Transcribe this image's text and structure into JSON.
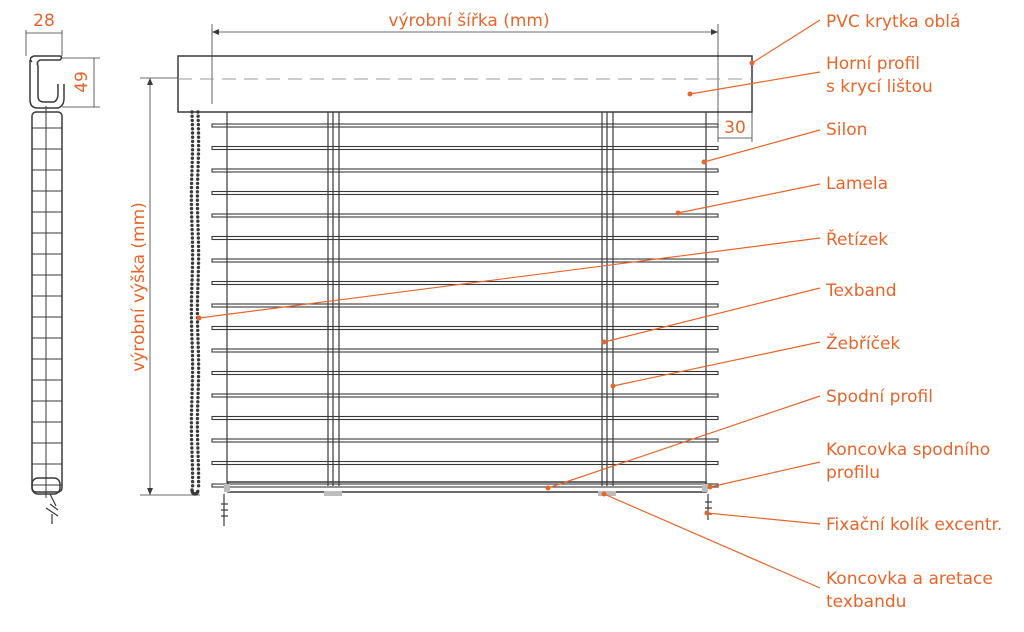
{
  "dimensions": {
    "side_width": "28",
    "side_height": "49",
    "overhang": "30",
    "width_label": "výrobní šířka (mm)",
    "height_label": "výrobní výška (mm)"
  },
  "callouts": [
    {
      "id": "pvc-cap",
      "lines": [
        "PVC krytka oblá"
      ]
    },
    {
      "id": "top-profile",
      "lines": [
        "Horní profil",
        "s krycí lištou"
      ]
    },
    {
      "id": "cord",
      "lines": [
        "Silon"
      ]
    },
    {
      "id": "slat",
      "lines": [
        "Lamela"
      ]
    },
    {
      "id": "chain",
      "lines": [
        "Řetízek"
      ]
    },
    {
      "id": "texband",
      "lines": [
        "Texband"
      ]
    },
    {
      "id": "ladder",
      "lines": [
        "Žebříček"
      ]
    },
    {
      "id": "bottom-profile",
      "lines": [
        "Spodní profil"
      ]
    },
    {
      "id": "bottom-end-cap",
      "lines": [
        "Koncovka spodního",
        "profilu"
      ]
    },
    {
      "id": "fixing-pin",
      "lines": [
        "Fixační kolík excentr."
      ]
    },
    {
      "id": "texband-end",
      "lines": [
        "Koncovka a aretace",
        "texbandu"
      ]
    }
  ],
  "colors": {
    "accent": "#e8652a",
    "line": "#3a3a3a"
  }
}
